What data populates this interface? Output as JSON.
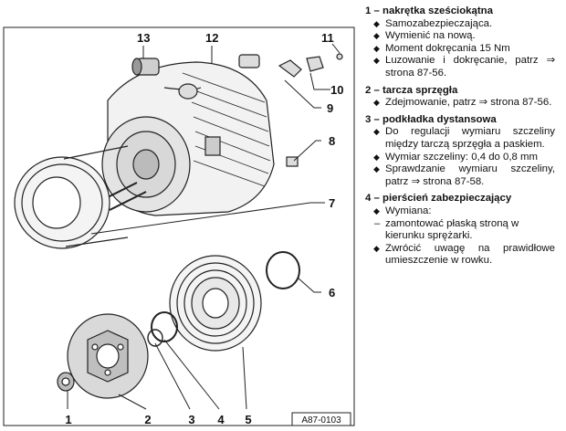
{
  "figure": {
    "callouts": [
      "1",
      "2",
      "3",
      "4",
      "5",
      "6",
      "7",
      "8",
      "9",
      "10",
      "11",
      "12",
      "13"
    ],
    "figure_id": "A87-0103"
  },
  "legend": [
    {
      "title": "1 – nakrętka sześciokątna",
      "bullets": [
        "Samozabezpieczająca.",
        "Wymienić na nową.",
        "Moment dokręcania 15 Nm",
        "Luzowanie i dokręcanie, patrz ⇒ strona 87-56."
      ]
    },
    {
      "title": "2 – tarcza sprzęgła",
      "bullets": [
        "Zdejmowanie, patrz ⇒ strona 87-56."
      ]
    },
    {
      "title": "3 – podkładka dystansowa",
      "bullets": [
        "Do regulacji wymiaru szczeliny między tarczą sprzęgła a paskiem.",
        "Wymiar szczeliny: 0,4 do 0,8 mm",
        "Sprawdzanie wymiaru szczeliny, patrz ⇒ strona 87-58."
      ]
    },
    {
      "title": "4 – pierścień zabezpieczający",
      "bullets": [
        "Wymiana:"
      ],
      "dashes": [
        "zamontować płaską stroną w kierunku sprężarki."
      ],
      "bullets2": [
        "Zwrócić uwagę na prawidłowe umieszczenie w rowku."
      ]
    }
  ]
}
